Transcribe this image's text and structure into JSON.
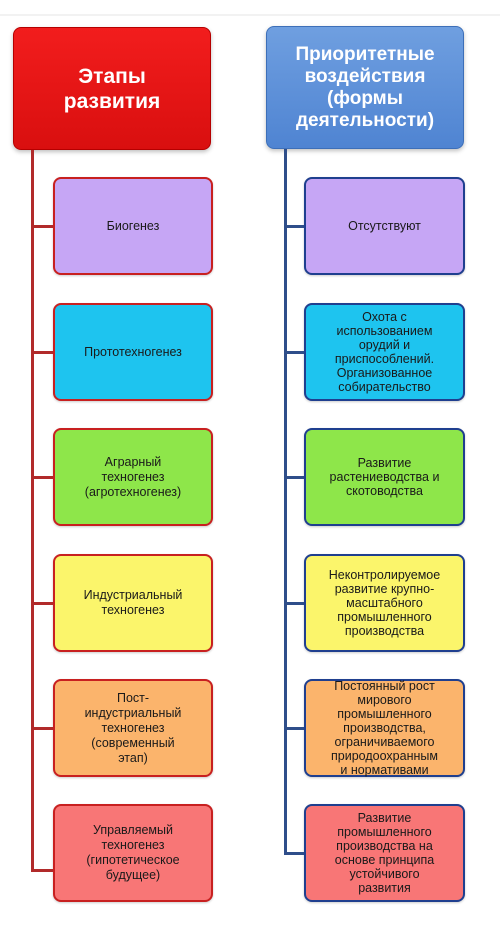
{
  "headers": {
    "left": "Этапы\nразвития",
    "right": "Приоритетные\nвоздействия\n(формы\nдеятельности)"
  },
  "stages": [
    {
      "label": "Биогенез",
      "color": "#c6a6f5"
    },
    {
      "label": "Прототехногенез",
      "color": "#1ec4ef"
    },
    {
      "label": "Аграрный\nтехногенез\n(агротехногенез)",
      "color": "#8ee64a"
    },
    {
      "label": "Индустриальный\nтехногенез",
      "color": "#fbf56b"
    },
    {
      "label": "Пост-\nиндустриальный\nтехногенез\n(современный\nэтап)",
      "color": "#fbb46c"
    },
    {
      "label": "Управляемый\nтехногенез\n(гипотетическое\nбудущее)",
      "color": "#f87676"
    }
  ],
  "activities": [
    {
      "label": "Отсутствуют",
      "color": "#c6a6f5"
    },
    {
      "label": "Охота с\nиспользованием\nорудий и\nприспособлений.\nОрганизованное\nсобирательство",
      "color": "#1ec4ef"
    },
    {
      "label": "Развитие\nрастениеводства и\nскотоводства",
      "color": "#8ee64a"
    },
    {
      "label": "Неконтролируемое\nразвитие крупно-\nмасштабного\nпромышленного\nпроизводства",
      "color": "#fbf56b"
    },
    {
      "label": "Постоянный рост\nмирового\nпромышленного\nпроизводства,\nограничиваемого\nприродоохранным\nи нормативами",
      "color": "#fbb46c"
    },
    {
      "label": "Развитие\nпромышленного\nпроизводства на\nоснове принципа\nустойчивого\nразвития",
      "color": "#f87676"
    }
  ]
}
